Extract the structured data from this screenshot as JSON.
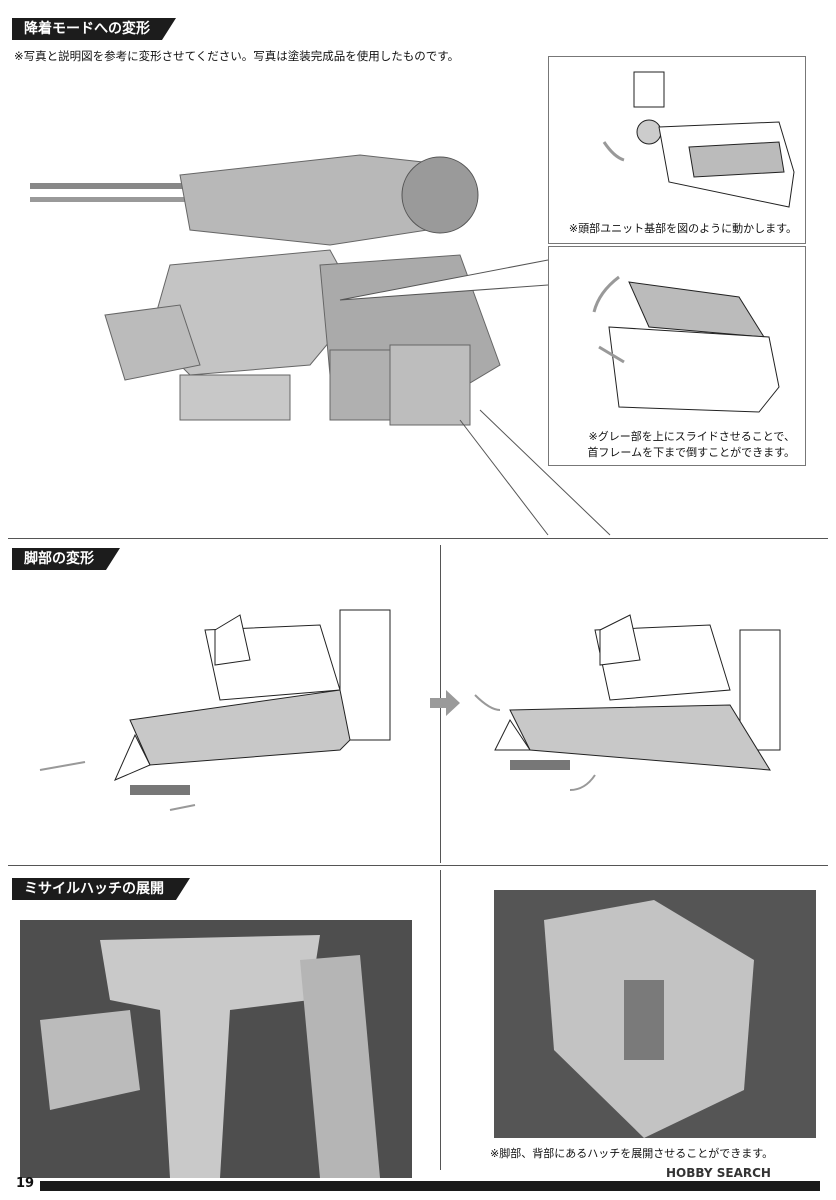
{
  "sections": [
    {
      "title": "降着モードへの変形",
      "note": "※写真と説明図を参考に変形させてください。写真は塗装完成品を使用したものです。"
    },
    {
      "title": "脚部の変形"
    },
    {
      "title": "ミサイルハッチの展開"
    }
  ],
  "callouts": {
    "head_unit": "※頭部ユニット基部を図のように動かします。",
    "gray_slide_line1": "※グレー部を上にスライドさせることで、",
    "gray_slide_line2": "首フレームを下まで倒すことができます。"
  },
  "hatch_note": "※脚部、背部にあるハッチを展開させることができます。",
  "page_number": "19",
  "watermark": "HOBBY SEARCH",
  "colors": {
    "title_bg": "#1c1c1c",
    "arrow_gray": "#9a9a9a"
  }
}
